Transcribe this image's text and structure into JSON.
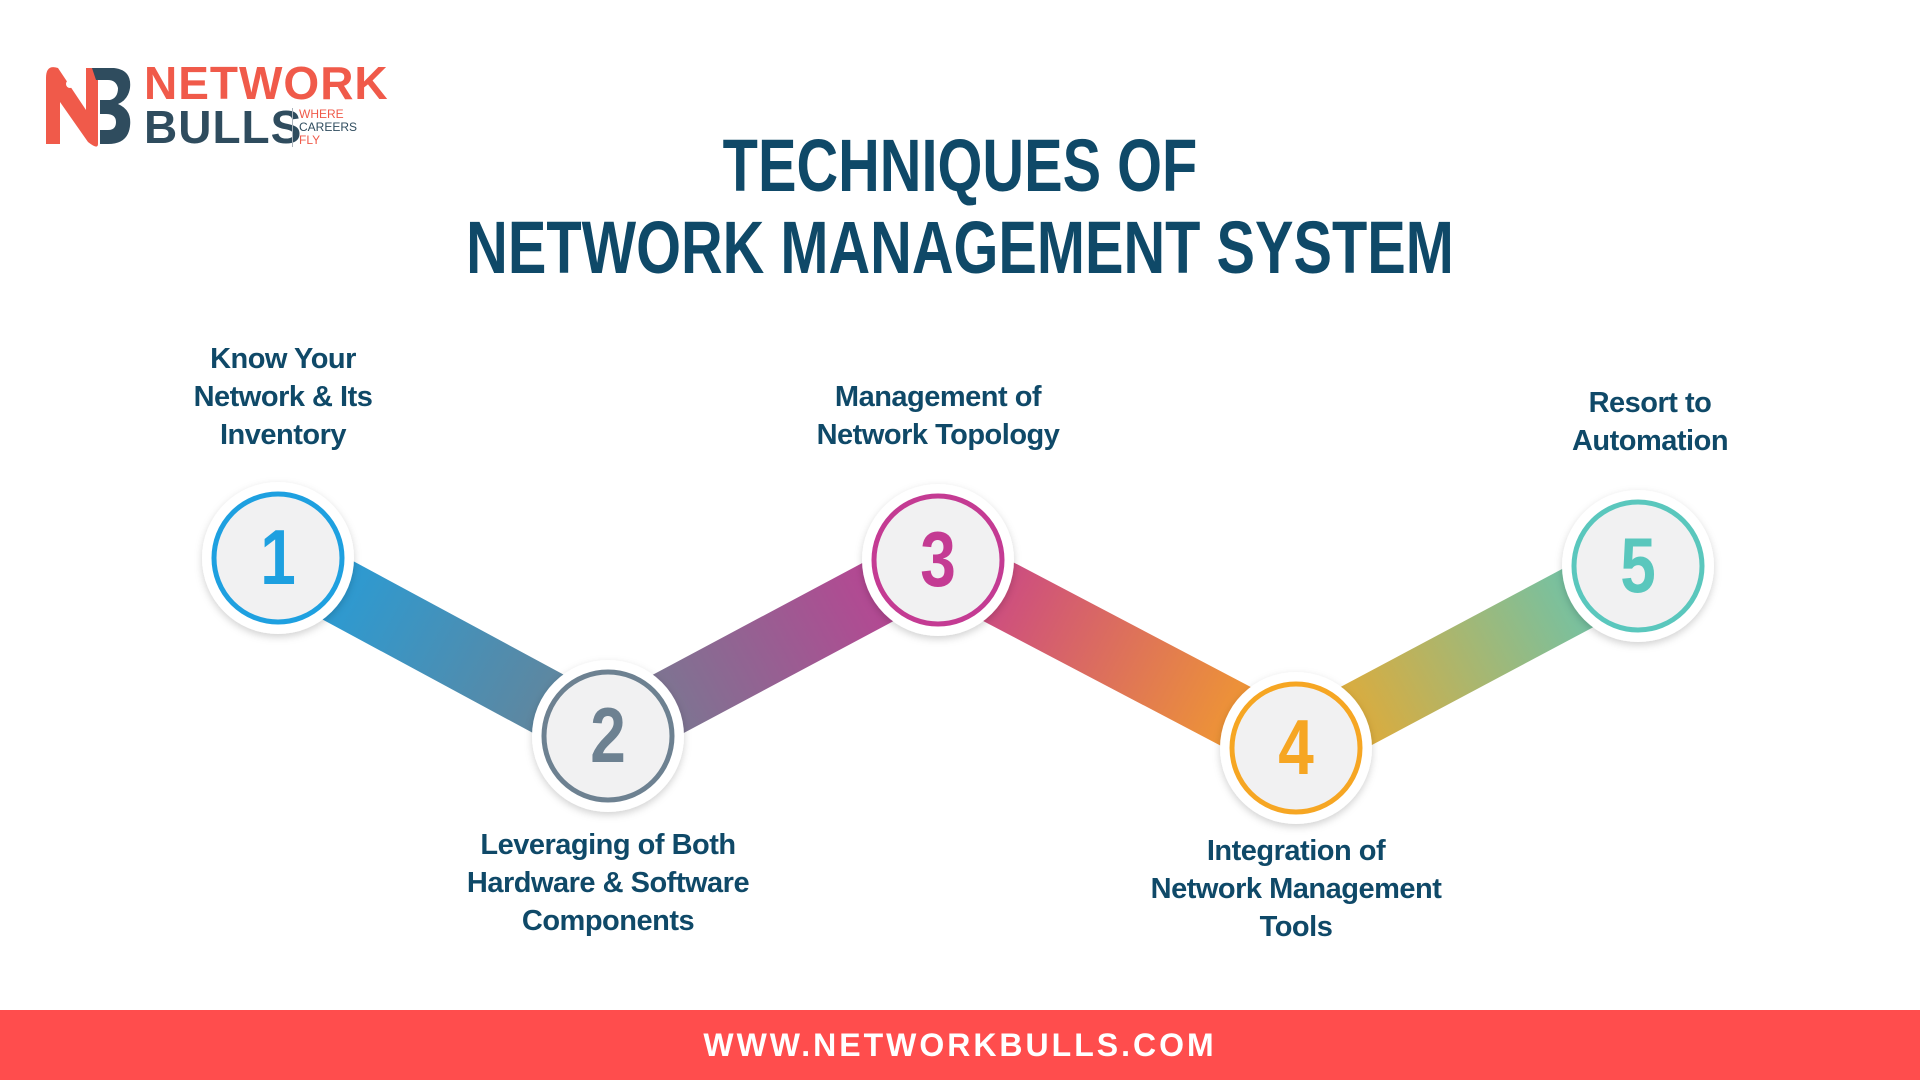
{
  "brand": {
    "line1": "NETWORK",
    "line2": "BULLS",
    "tagline": [
      "WHERE",
      "CAREERS",
      "FLY"
    ],
    "colors": {
      "primary": "#f05a4a",
      "dark": "#2f4c5e"
    }
  },
  "title": {
    "line1": "TECHNIQUES OF",
    "line2": "NETWORK MANAGEMENT SYSTEM",
    "color": "#0f4968"
  },
  "steps": [
    {
      "number": "1",
      "label": "Know Your\nNetwork & Its\nInventory",
      "color": "#1ea0e0"
    },
    {
      "number": "2",
      "label": "Leveraging of Both\nHardware & Software\nComponents",
      "color": "#6d8191"
    },
    {
      "number": "3",
      "label": "Management of\nNetwork Topology",
      "color": "#c43b93"
    },
    {
      "number": "4",
      "label": "Integration of\nNetwork Management\nTools",
      "color": "#f6a623"
    },
    {
      "number": "5",
      "label": "Resort to\nAutomation",
      "color": "#5ac7bd"
    }
  ],
  "text_color": "#0f4968",
  "footer": {
    "url": "WWW.NETWORKBULLS.COM",
    "background": "#ff4d4d"
  }
}
